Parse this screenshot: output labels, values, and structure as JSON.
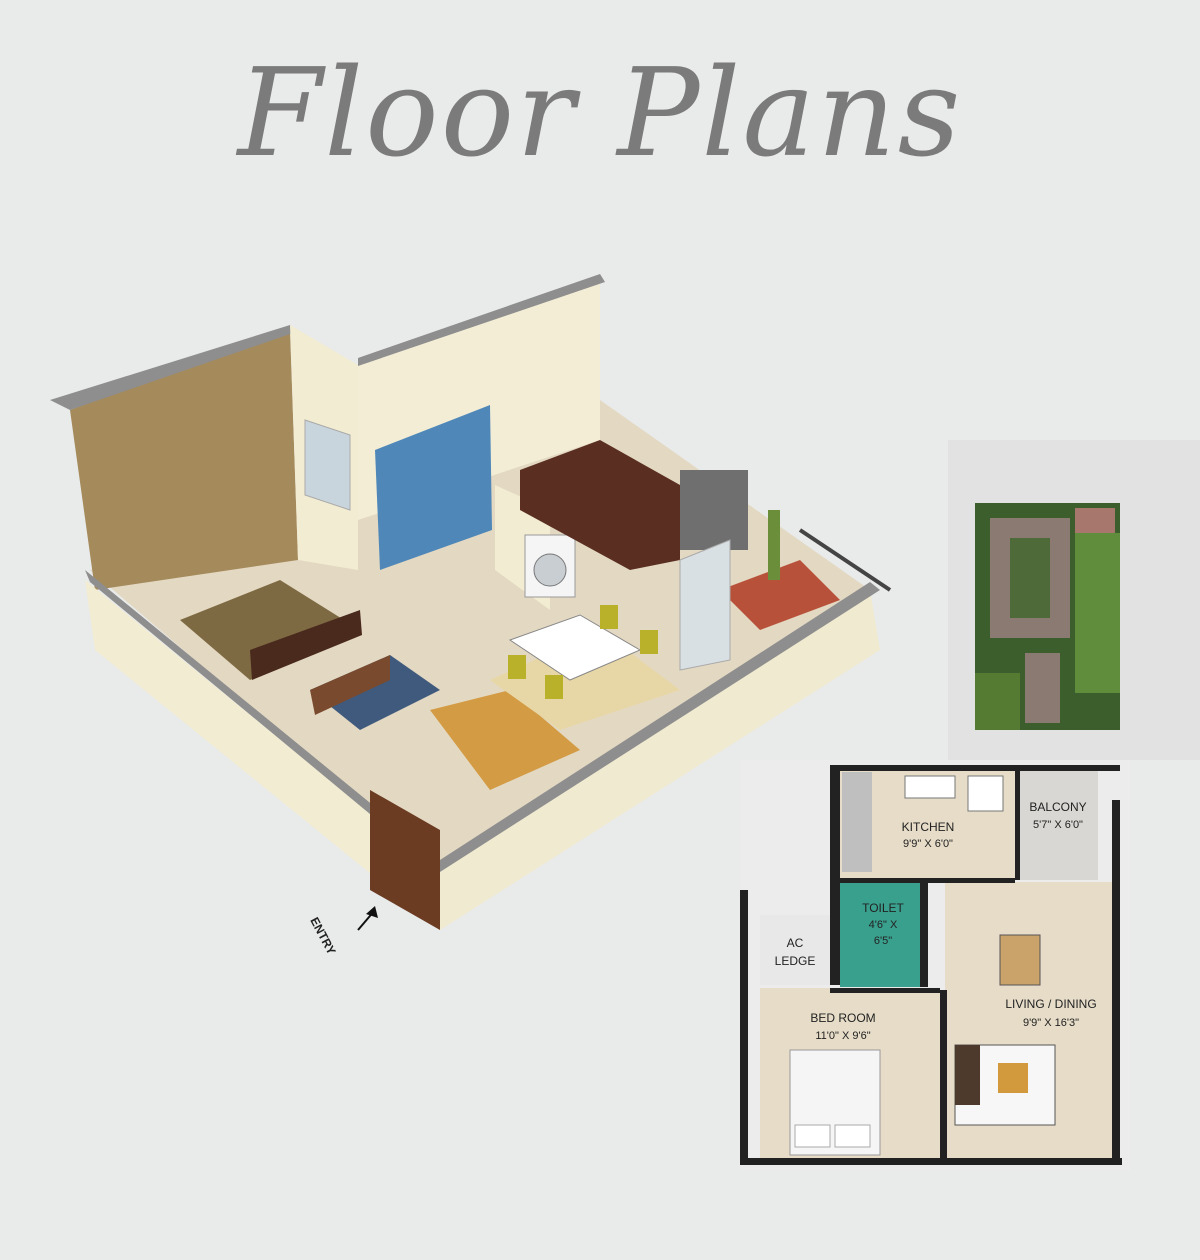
{
  "header": {
    "title": "Floor Plans"
  },
  "iso_view": {
    "entry_label": "ENTRY"
  },
  "plan": {
    "rooms": [
      {
        "id": "kitchen",
        "name": "KITCHEN",
        "size": "9'9\" X 6'0\""
      },
      {
        "id": "balcony",
        "name": "BALCONY",
        "size": "5'7\" X 6'0\""
      },
      {
        "id": "toilet",
        "name": "TOILET",
        "size_line1": "4'6\" X",
        "size_line2": "6'5\""
      },
      {
        "id": "ac_ledge",
        "name_line1": "AC",
        "name_line2": "LEDGE"
      },
      {
        "id": "bedroom",
        "name": "BED ROOM",
        "size": "11'0\" X 9'6\""
      },
      {
        "id": "living",
        "name": "LIVING / DINING",
        "size": "9'9\" X 16'3\""
      }
    ]
  },
  "colors": {
    "background": "#e9eaea",
    "title": "#7b7b7b",
    "wall_cream": "#f2ecd2",
    "wallpaper": "#a58a5c",
    "tile_blue": "#4f88b8",
    "floor_tile": "#e6dcc8"
  }
}
